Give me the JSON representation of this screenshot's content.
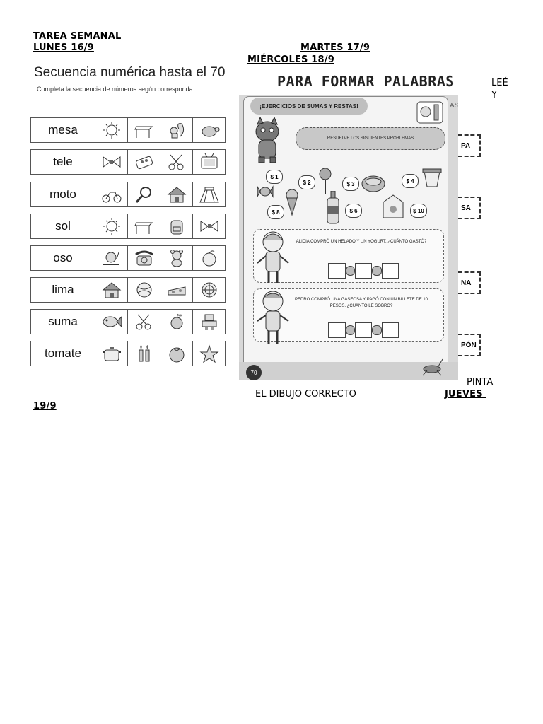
{
  "header": {
    "title": "TAREA SEMANAL",
    "monday": "LUNES 16/9",
    "tuesday": "MARTES 17/9",
    "wednesday": "MIÉRCOLES 18/9",
    "instruction_lee": "LEÉ",
    "instruction_y": "Y",
    "instruction_pinta": "PINTA",
    "instruction_dibujo": "EL DIBUJO CORRECTO",
    "thursday_label": "JUEVES ",
    "thursday_date": "19/9"
  },
  "worksheet1": {
    "title": "Secuencia numérica hasta el 70",
    "subtitle": "Completa la secuencia de números según corresponda.",
    "rows": [
      {
        "word": "mesa",
        "icons": [
          "sun-icon",
          "table-icon",
          "squirrel-icon",
          "turtle-icon"
        ]
      },
      {
        "word": "tele",
        "icons": [
          "bowtie-icon",
          "flowerpot-icon",
          "scissors-icon",
          "tv-icon"
        ]
      },
      {
        "word": "moto",
        "icons": [
          "motorcycle-icon",
          "magnifier-icon",
          "house-icon",
          "skirt-icon"
        ]
      },
      {
        "word": "sol",
        "icons": [
          "sun-icon",
          "table-icon",
          "backpack-icon",
          "bowtie-icon"
        ]
      },
      {
        "word": "oso",
        "icons": [
          "snail-icon",
          "telephone-icon",
          "teddybear-icon",
          "peach-icon"
        ]
      },
      {
        "word": "lima",
        "icons": [
          "house-icon",
          "ball-icon",
          "cheese-icon",
          "lemon-icon"
        ]
      },
      {
        "word": "suma",
        "icons": [
          "fish-icon",
          "scissors-icon",
          "fruit-icon",
          "robot-icon"
        ]
      },
      {
        "word": "tomate",
        "icons": [
          "pot-icon",
          "candles-icon",
          "tomato-icon",
          "star-icon"
        ]
      }
    ]
  },
  "worksheet2": {
    "banner": "PARA FORMAR PALABRAS",
    "tab": "¡EJERCICIOS DE SUMAS Y RESTAS!",
    "resuelve": "RESUELVE LOS SIGUIENTES PROBLEMAS",
    "prices": [
      "$ 1",
      "$ 2",
      "$ 3",
      "$ 4",
      "$ 8",
      "$ 6",
      "$ 10"
    ],
    "problem1": "ALICIA COMPRÓ UN HELADO Y UN YOGURT. ¿CUÁNTO GASTÓ?",
    "problem2": "PEDRO COMPRÓ UNA GASEOSA Y PAGÓ CON UN BILLETE DE 10 PESOS. ¿CUÁNTO LE SOBRÓ?",
    "page_number": "70",
    "side_letters": "AS"
  },
  "syllables": [
    "PA",
    "SA",
    "NA",
    "PÓN"
  ]
}
